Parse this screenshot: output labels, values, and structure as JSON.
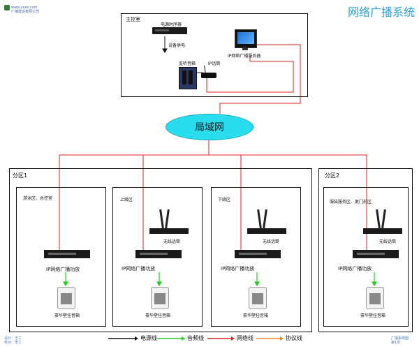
{
  "title": "网络广播系统",
  "logo": {
    "line1": "www.xxxx.com",
    "line2": "广播建设有限公司"
  },
  "control_room": {
    "label": "主控室",
    "timer_label": "电源时序器",
    "power_label": "设备供电",
    "monitor_label": "监听音箱",
    "mic_label": "IP话筒",
    "server_label": "IP网络广播服务器"
  },
  "lan_label": "局域网",
  "zone1": {
    "label": "分区1",
    "areas": [
      {
        "label": "游泳区、总控室",
        "amp_label": "IP网络广播功放",
        "speaker_label": "豪华壁挂音箱"
      },
      {
        "label": "上级区",
        "wireless_label": "无线话筒",
        "amp_label": "IP网络广播功放",
        "speaker_label": "豪华壁挂音箱"
      },
      {
        "label": "下级区",
        "wireless_label": "无线话筒",
        "amp_label": "IP网络广播功放",
        "speaker_label": "豪华壁挂音箱"
      }
    ]
  },
  "zone2": {
    "label": "分区2",
    "area_label": "服装服务区、更门前区",
    "wireless_label": "无线话筒",
    "amp_label": "IP网络广播功放",
    "speaker_label": "豪华壁挂音箱"
  },
  "legend": [
    {
      "label": "电源线",
      "color": "#111111"
    },
    {
      "label": "音频线",
      "color": "#22cc22"
    },
    {
      "label": "网络线",
      "color": "#e02020"
    },
    {
      "label": "协议线",
      "color": "#f08020"
    }
  ],
  "footer_left": {
    "line1": "设计：王工",
    "line2": "校对：李工"
  },
  "footer_right": {
    "line1": "广播系统图",
    "line2": "第1页"
  }
}
